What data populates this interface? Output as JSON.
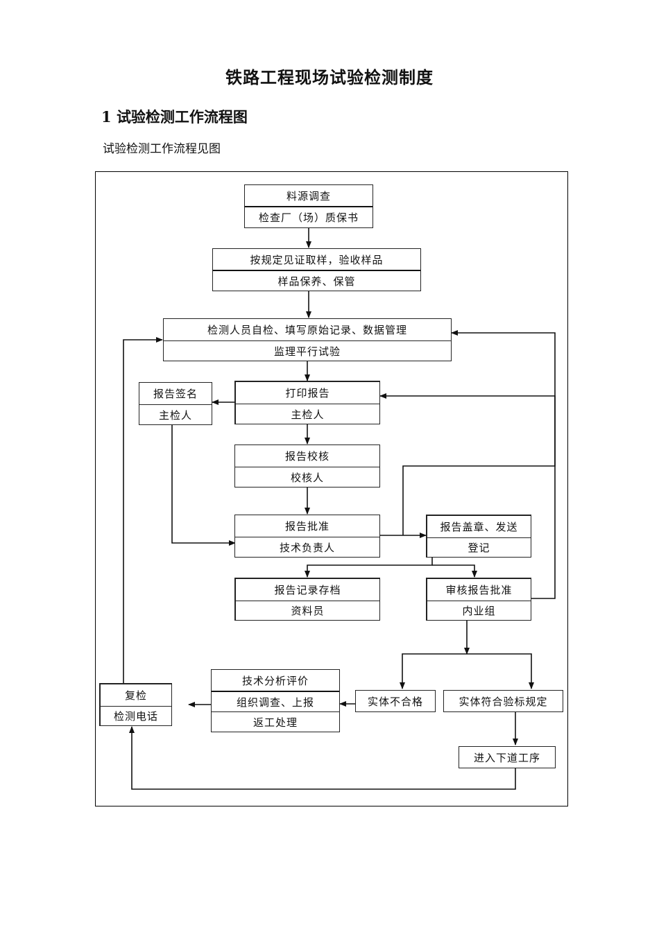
{
  "title": "铁路工程现场试验检测制度",
  "section": {
    "number": "1",
    "heading": "试验检测工作流程图"
  },
  "intro": "试验检测工作流程见图",
  "nodes": {
    "source": [
      "料源调查",
      "检查厂（场）质保书"
    ],
    "sampling": [
      "按规定见证取样，验收样品",
      "样品保养、保管"
    ],
    "testing": [
      "检测人员自检、填写原始记录、数据管理",
      "监理平行试验"
    ],
    "print": [
      "打印报告",
      "主检人"
    ],
    "sign": [
      "报告签名",
      "主检人"
    ],
    "check": [
      "报告校核",
      "校核人"
    ],
    "approve": [
      "报告批准",
      "技术负责人"
    ],
    "seal": [
      "报告盖章、发送",
      "登记"
    ],
    "archive": [
      "报告记录存档",
      "资料员"
    ],
    "review": [
      "审核报告批准",
      "内业组"
    ],
    "unqualified": [
      "实体不合格"
    ],
    "qualified": [
      "实体符合验标规定"
    ],
    "analysis": [
      "技术分析评价",
      "组织调查、上报",
      "返工处理"
    ],
    "recheck": [
      "复检",
      "检测电话"
    ],
    "next": [
      "进入下道工序"
    ]
  }
}
